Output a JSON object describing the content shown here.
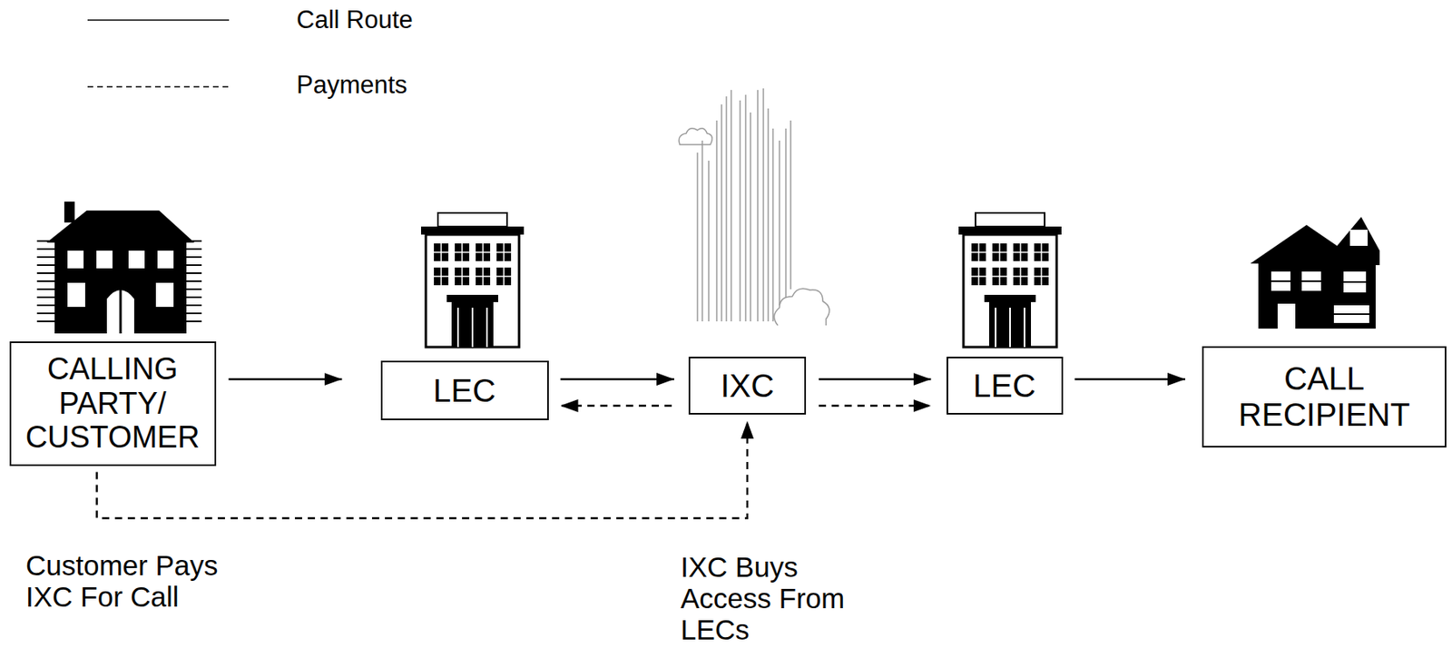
{
  "diagram": {
    "nodes": [
      {
        "text": [
          "CALLING PARTY/ CUSTOMER"
        ]
      },
      {
        "text": [
          "LEC"
        ]
      },
      {
        "text": [
          "IXC"
        ]
      },
      {
        "text": [
          "LEC"
        ]
      },
      {
        "text": [
          "CALL RECIPIENT"
        ]
      }
    ],
    "edges": [
      {
        "from": 0,
        "to": 1,
        "arrow": "to"
      },
      {
        "from": 1,
        "to": 2,
        "arrow": "to"
      },
      {
        "from": 2,
        "to": 1,
        "arrow": "to"
      },
      {
        "from": 2,
        "to": 3,
        "arrow": "to"
      },
      {
        "from": 2,
        "to": 3,
        "arrow": "to"
      },
      {
        "from": 3,
        "to": 4,
        "arrow": "to"
      },
      {
        "from": 0,
        "to": 2,
        "arrow": "to"
      }
    ],
    "labels": [
      "Customer Pays IXC For Call",
      "IXC Buys Access From LECs"
    ],
    "legend": [
      {
        "text": "Call Route"
      },
      {
        "text": "Payments"
      }
    ]
  }
}
